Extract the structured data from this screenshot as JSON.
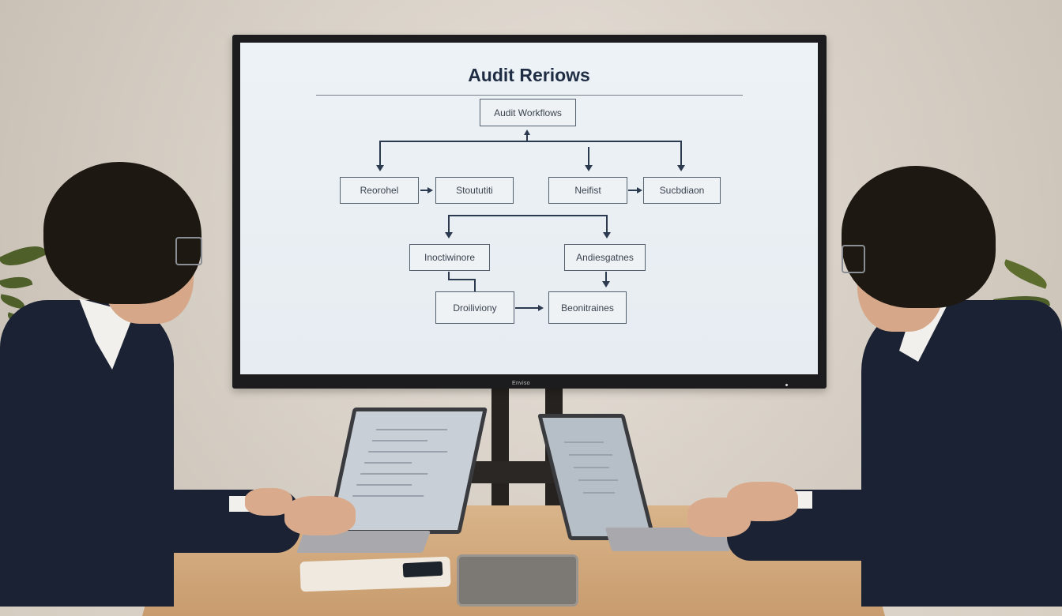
{
  "scene": {
    "description": "Two people in suits at a table with laptops facing a wall-mounted display showing an audit workflow flowchart",
    "colors": {
      "wall": "#ddd5ca",
      "tv_bezel": "#1c1c1e",
      "screen_bg": "#edf2f6",
      "title_color": "#1f2d44",
      "node_border": "#55606e",
      "connector": "#2c3a50",
      "suit": "#1a2233",
      "table": "#d4ad82"
    }
  },
  "display": {
    "brand_label": "Enviso",
    "slide": {
      "title": "Audit Reriows",
      "root_node": "Audit Workflows",
      "row1": [
        "Reorohel",
        "Stoututiti",
        "Neifist",
        "Sucbdiaon"
      ],
      "row2": [
        "Inoctiwinore",
        "Andiesgatnes"
      ],
      "row3": [
        "Droiliviony",
        "Beonitraines"
      ]
    }
  }
}
